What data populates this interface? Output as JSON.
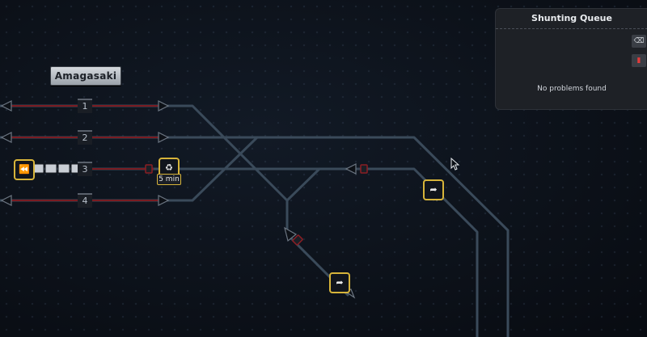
{
  "station": {
    "name": "Amagasaki"
  },
  "tracks": [
    "1",
    "2",
    "3",
    "4"
  ],
  "timer": {
    "label": "5 min"
  },
  "shunting_queue": {
    "title": "Shunting Queue",
    "empty_message": "No problems found"
  },
  "colors": {
    "track": "#3a4a5a",
    "accent": "#d7b43a",
    "signal": "#8b1e24"
  },
  "icons": [
    "rewind-icon",
    "train-icon",
    "train-icon",
    "train-icon",
    "clear-icon",
    "delete-icon",
    "cursor-icon"
  ]
}
